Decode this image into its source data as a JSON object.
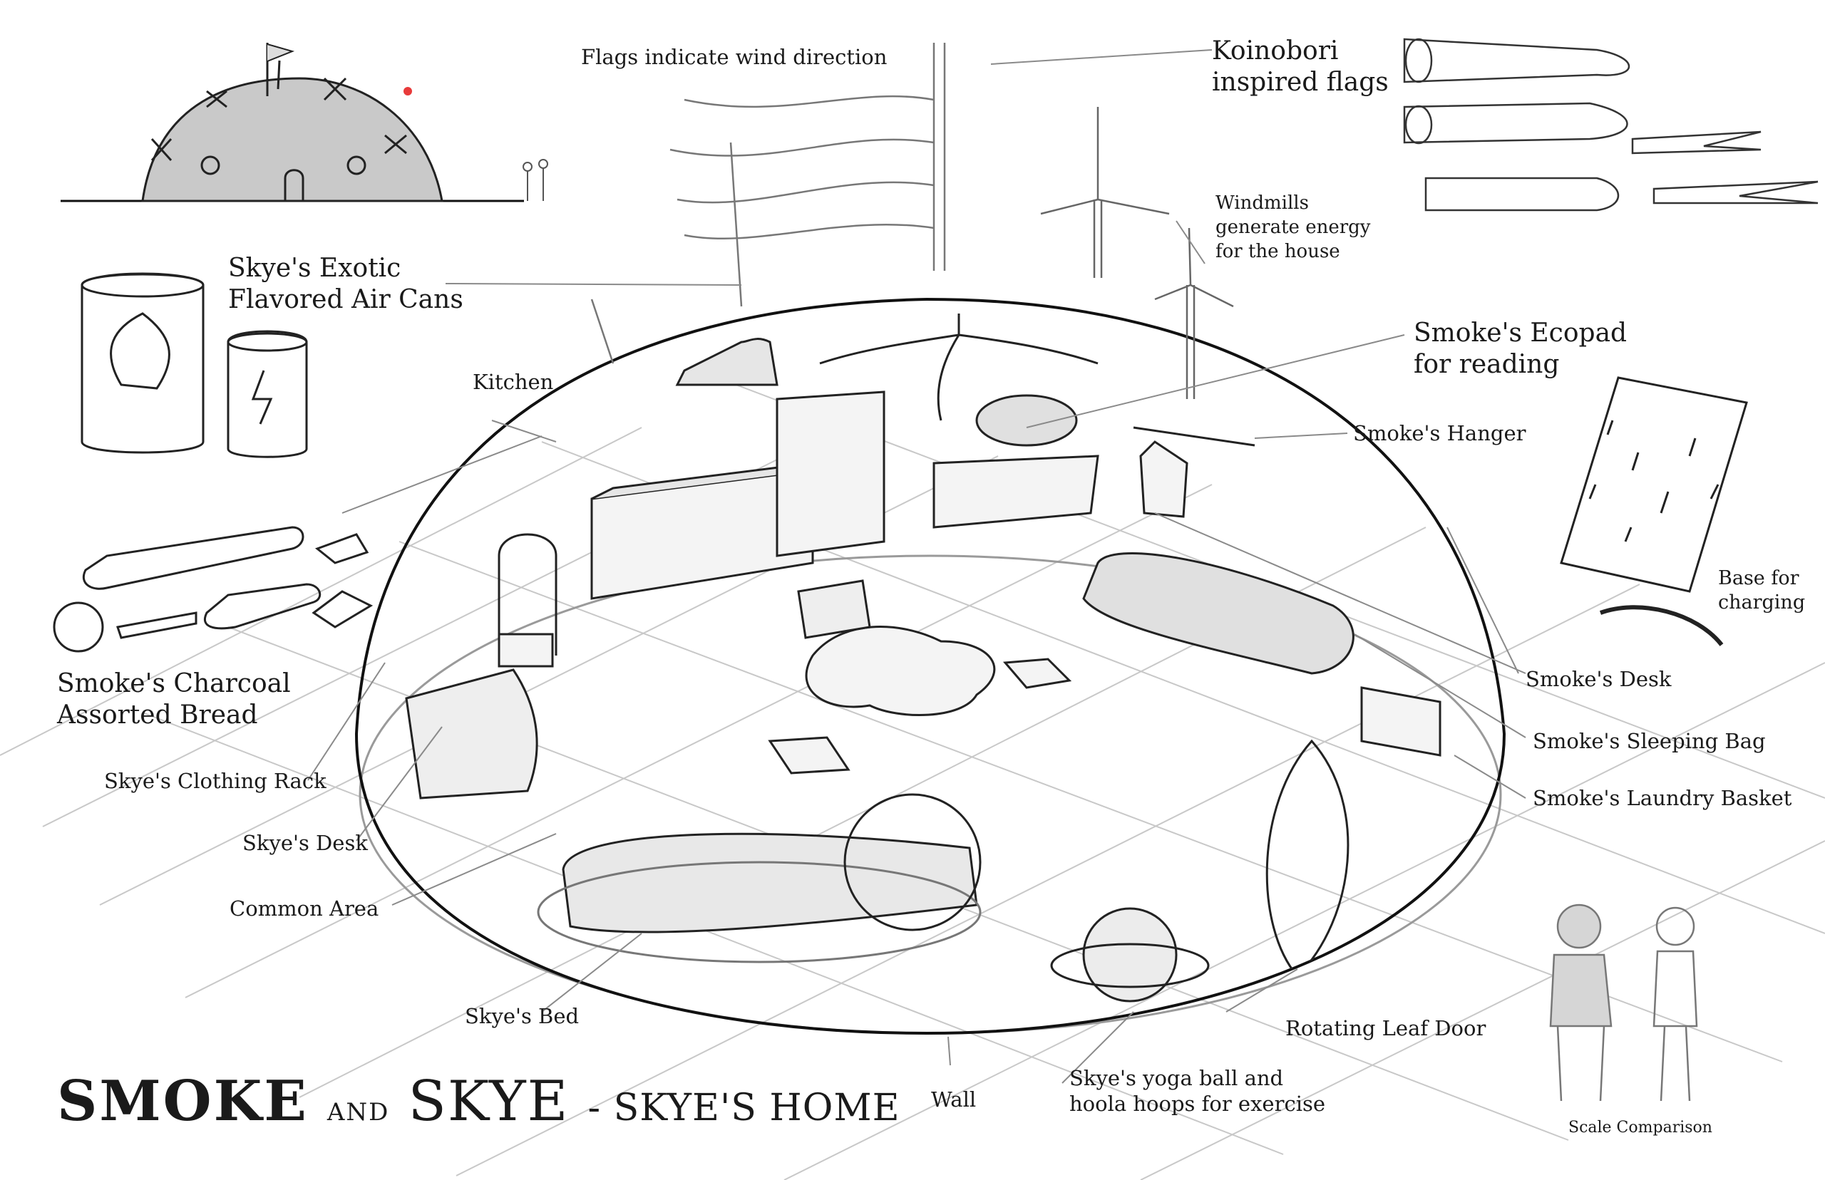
{
  "title": {
    "part1": "SMOKE",
    "part2": "AND",
    "part3": "SKYE",
    "part4": "- SKYE'S HOME"
  },
  "labels": {
    "flags": "Flags indicate wind direction",
    "koinobori": [
      "Koinobori",
      "inspired flags"
    ],
    "windmills": [
      "Windmills",
      "generate energy",
      "for the house"
    ],
    "air_cans": [
      "Skye's Exotic",
      "Flavored Air Cans"
    ],
    "kitchen": "Kitchen",
    "ecopad": [
      "Smoke's Ecopad",
      "for reading"
    ],
    "hanger": "Smoke's Hanger",
    "base": [
      "Base for",
      "charging"
    ],
    "bread": [
      "Smoke's Charcoal",
      "Assorted Bread"
    ],
    "smoke_desk": "Smoke's Desk",
    "sleeping_bag": "Smoke's Sleeping Bag",
    "laundry": "Smoke's Laundry Basket",
    "clothing_rack": "Skye's Clothing Rack",
    "skye_desk": "Skye's Desk",
    "common_area": "Common Area",
    "skye_bed": "Skye's Bed",
    "leaf_door": "Rotating Leaf Door",
    "yoga": [
      "Skye's yoga ball and",
      "hoola hoops for exercise"
    ],
    "wall": "Wall",
    "scale": "Scale Comparison"
  }
}
